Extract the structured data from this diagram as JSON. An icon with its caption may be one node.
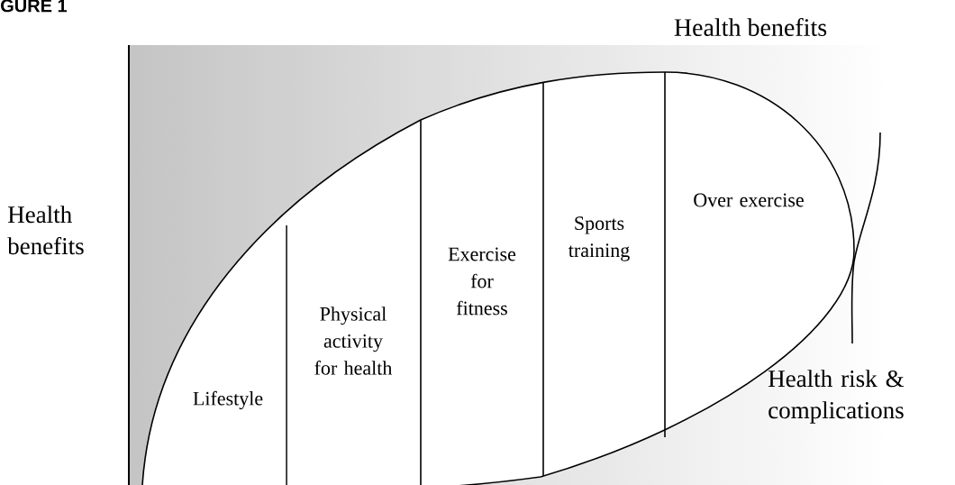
{
  "diagram": {
    "title": "GURE 1",
    "nodes": [
      {
        "text": [
          "Lifestyle"
        ]
      },
      {
        "text": [
          "Physical activity for health"
        ]
      },
      {
        "text": [
          "Exercise for fitness"
        ]
      },
      {
        "text": [
          "Sports training"
        ]
      },
      {
        "text": [
          "Over exercise"
        ]
      }
    ],
    "labels": [
      "Health benefits",
      "Health benefits",
      "Health risk & complications"
    ]
  }
}
